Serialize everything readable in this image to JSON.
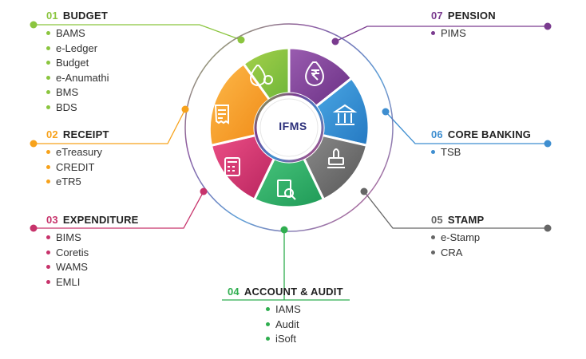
{
  "center": {
    "label": "IFMS"
  },
  "modules": [
    {
      "id": "m01",
      "num": "01",
      "title": "BUDGET",
      "color": "#8bc53f",
      "items": [
        "BAMS",
        "e-Ledger",
        "Budget",
        "e-Anumathi",
        "BMS",
        "BDS"
      ]
    },
    {
      "id": "m02",
      "num": "02",
      "title": "RECEIPT",
      "color": "#f7a21b",
      "items": [
        "eTreasury",
        "CREDIT",
        "eTR5"
      ]
    },
    {
      "id": "m03",
      "num": "03",
      "title": "EXPENDITURE",
      "color": "#c7336b",
      "items": [
        "BIMS",
        "Coretis",
        "WAMS",
        "EMLI"
      ]
    },
    {
      "id": "m04",
      "num": "04",
      "title": "ACCOUNT & AUDIT",
      "color": "#2fae4f",
      "items": [
        "IAMS",
        "Audit",
        "iSoft"
      ]
    },
    {
      "id": "m05",
      "num": "05",
      "title": "STAMP",
      "color": "#666666",
      "items": [
        "e-Stamp",
        "CRA"
      ]
    },
    {
      "id": "m06",
      "num": "06",
      "title": "CORE BANKING",
      "color": "#3e8ed0",
      "items": [
        "TSB"
      ]
    },
    {
      "id": "m07",
      "num": "07",
      "title": "PENSION",
      "color": "#7a3b8f",
      "items": [
        "PIMS"
      ]
    }
  ]
}
